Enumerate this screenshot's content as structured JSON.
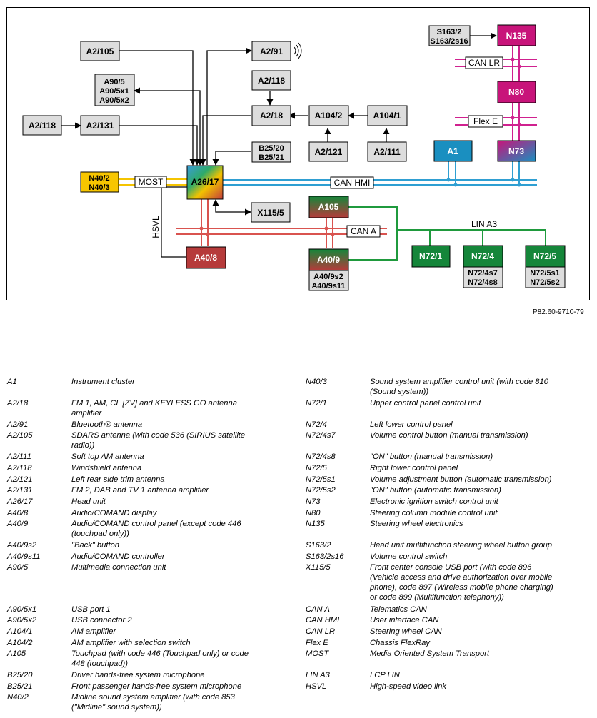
{
  "diagram": {
    "boxes": {
      "a2_105": "A2/105",
      "a2_91": "A2/91",
      "a90_5": [
        "A90/5",
        "A90/5x1",
        "A90/5x2"
      ],
      "a2_118_top": "A2/118",
      "a2_118_left": "A2/118",
      "a2_131": "A2/131",
      "a2_18": "A2/18",
      "a104_2": "A104/2",
      "a104_1": "A104/1",
      "a2_121": "A2/121",
      "a2_111": "A2/111",
      "b25": [
        "B25/20",
        "B25/21"
      ],
      "n40": [
        "N40/2",
        "N40/3"
      ],
      "a26_17": "A26/17",
      "x115_5": "X115/5",
      "a105": "A105",
      "a40_8": "A40/8",
      "a40_9": "A40/9",
      "a40_9_sub": [
        "A40/9s2",
        "A40/9s11"
      ],
      "s163": [
        "S163/2",
        "S163/2s16"
      ],
      "n135": "N135",
      "n80": "N80",
      "n73": "N73",
      "a1": "A1",
      "n72_1": "N72/1",
      "n72_4": "N72/4",
      "n72_4_sub": [
        "N72/4s7",
        "N72/4s8"
      ],
      "n72_5": "N72/5",
      "n72_5_sub": [
        "N72/5s1",
        "N72/5s2"
      ]
    },
    "buses": {
      "most": "MOST",
      "can_hmi": "CAN HMI",
      "can_a": "CAN A",
      "can_lr": "CAN LR",
      "flex_e": "Flex E",
      "lin_a3": "LIN A3",
      "hsvl": "HSVL"
    },
    "colors": {
      "most": "#f5c400",
      "can_hmi": "#2f9fd2",
      "can_a": "#d9534f",
      "can_lr": "#d0218f",
      "lin": "#1f9a3d",
      "box_gray": "#dddddd",
      "n40_fill": "#f7c600",
      "a1_fill": "#1a8fc0",
      "n135_fill": "#c8147a",
      "red_unit": "#b63a3a",
      "green_unit": "#15863a"
    },
    "reference": "P82.60-9710-79"
  },
  "legend": {
    "left": [
      {
        "code": "A1",
        "desc": "Instrument cluster"
      },
      {
        "code": "A2/18",
        "desc": "FM 1, AM, CL [ZV] and KEYLESS GO antenna amplifier"
      },
      {
        "code": "A2/91",
        "desc": "Bluetooth® antenna"
      },
      {
        "code": "A2/105",
        "desc": "SDARS antenna (with code 536 (SIRIUS satellite radio))"
      },
      {
        "code": "A2/111",
        "desc": "Soft top AM antenna"
      },
      {
        "code": "A2/118",
        "desc": "Windshield antenna"
      },
      {
        "code": "A2/121",
        "desc": "Left rear side trim antenna"
      },
      {
        "code": "A2/131",
        "desc": "FM 2, DAB and TV 1 antenna amplifier"
      },
      {
        "code": "A26/17",
        "desc": "Head unit"
      },
      {
        "code": "A40/8",
        "desc": "Audio/COMAND display"
      },
      {
        "code": "A40/9",
        "desc": "Audio/COMAND control panel (except code 446 (touchpad only))"
      },
      {
        "code": "A40/9s2",
        "desc": "\"Back\" button"
      },
      {
        "code": "A40/9s11",
        "desc": "Audio/COMAND controller"
      },
      {
        "code": "A90/5",
        "desc": "Multimedia connection unit"
      },
      {
        "code": "A90/5x1",
        "desc": "USB port 1"
      },
      {
        "code": "A90/5x2",
        "desc": "USB connector 2"
      },
      {
        "code": "A104/1",
        "desc": "AM amplifier"
      },
      {
        "code": "A104/2",
        "desc": "AM amplifier with selection switch"
      },
      {
        "code": "A105",
        "desc": "Touchpad (with code 446 (Touchpad only) or code 448 (touchpad))"
      },
      {
        "code": "B25/20",
        "desc": "Driver hands-free system microphone"
      },
      {
        "code": "B25/21",
        "desc": "Front passenger hands-free system microphone"
      },
      {
        "code": "N40/2",
        "desc": "Midline sound system amplifier (with code 853 (\"Midline\" sound system))"
      }
    ],
    "right": [
      {
        "code": "N40/3",
        "desc": "Sound system amplifier control unit (with code 810 (Sound system))"
      },
      {
        "code": "N72/1",
        "desc": "Upper control panel control unit"
      },
      {
        "code": "N72/4",
        "desc": "Left lower control panel"
      },
      {
        "code": "N72/4s7",
        "desc": "Volume control button (manual transmission)"
      },
      {
        "code": "N72/4s8",
        "desc": "\"ON\" button (manual transmission)"
      },
      {
        "code": "N72/5",
        "desc": "Right lower control panel"
      },
      {
        "code": "N72/5s1",
        "desc": "Volume adjustment button (automatic transmission)"
      },
      {
        "code": "N72/5s2",
        "desc": "\"ON\" button (automatic transmission)"
      },
      {
        "code": "N73",
        "desc": "Electronic ignition switch control unit"
      },
      {
        "code": "N80",
        "desc": "Steering column module control unit"
      },
      {
        "code": "N135",
        "desc": "Steering wheel electronics"
      },
      {
        "code": "S163/2",
        "desc": "Head unit multifunction steering wheel button group"
      },
      {
        "code": "S163/2s16",
        "desc": "Volume control switch"
      },
      {
        "code": "X115/5",
        "desc": "Front center console USB port (with code 896 (Vehicle access and drive authorization over mobile phone), code 897 (Wireless mobile phone charging) or code 899 (Multifunction telephony))"
      },
      {
        "code": "CAN A",
        "desc": "Telematics CAN"
      },
      {
        "code": "CAN HMI",
        "desc": "User interface CAN"
      },
      {
        "code": "CAN LR",
        "desc": "Steering wheel CAN"
      },
      {
        "code": "Flex E",
        "desc": "Chassis FlexRay"
      },
      {
        "code": "MOST",
        "desc": "Media Oriented System Transport"
      },
      {
        "code": "LIN A3",
        "desc": "LCP LIN"
      },
      {
        "code": "HSVL",
        "desc": "High-speed video link"
      }
    ]
  }
}
